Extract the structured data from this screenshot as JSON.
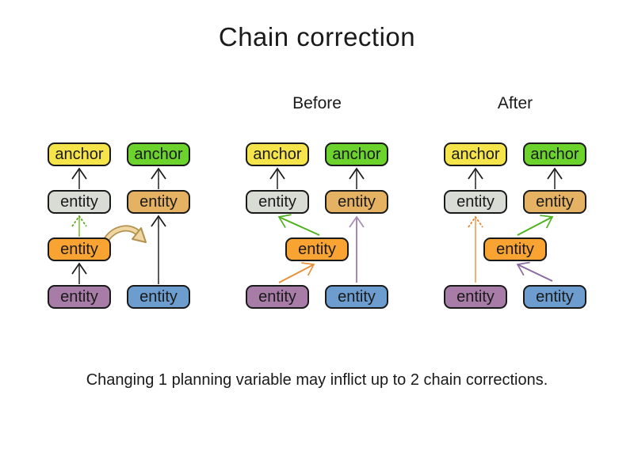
{
  "title": "Chain correction",
  "caption": "Changing 1 planning variable may inflict up to 2 chain corrections.",
  "diagram": {
    "groups": [
      {
        "boxes": [
          {
            "label": "anchor",
            "fill": "#F6E54A"
          },
          {
            "label": "anchor",
            "fill": "#6BD32B"
          },
          {
            "label": "entity",
            "fill": "#D9DBD5"
          },
          {
            "label": "entity",
            "fill": "#E5B163"
          },
          {
            "label": "entity",
            "fill": "#F9A432"
          },
          {
            "label": "entity",
            "fill": "#A77CA7"
          },
          {
            "label": "entity",
            "fill": "#6C9DCE"
          }
        ]
      },
      {
        "label": "Before",
        "boxes": [
          {
            "label": "anchor",
            "fill": "#F6E54A"
          },
          {
            "label": "anchor",
            "fill": "#6BD32B"
          },
          {
            "label": "entity",
            "fill": "#D9DBD5"
          },
          {
            "label": "entity",
            "fill": "#E5B163"
          },
          {
            "label": "entity",
            "fill": "#F9A432"
          },
          {
            "label": "entity",
            "fill": "#A77CA7"
          },
          {
            "label": "entity",
            "fill": "#6C9DCE"
          }
        ]
      },
      {
        "label": "After",
        "boxes": [
          {
            "label": "anchor",
            "fill": "#F6E54A"
          },
          {
            "label": "anchor",
            "fill": "#6BD32B"
          },
          {
            "label": "entity",
            "fill": "#D9DBD5"
          },
          {
            "label": "entity",
            "fill": "#E5B163"
          },
          {
            "label": "entity",
            "fill": "#F9A432"
          },
          {
            "label": "entity",
            "fill": "#A77CA7"
          },
          {
            "label": "entity",
            "fill": "#6C9DCE"
          }
        ]
      }
    ]
  },
  "colors": {
    "box_border": "#1A1A1A",
    "text": "#1A1A1A",
    "arrow_gray": "#5A5A5A",
    "chevron_dark": "#1A1A1A",
    "arrow_green": "#50B21E",
    "arrow_green_light": "#9CCB60",
    "chevron_green_light": "#55A41E",
    "arrow_orange": "#E8913B",
    "arrow_orange_light": "#F2B078",
    "chevron_orange_light": "#E87F28",
    "arrow_purple": "#8A6BA1",
    "arrow_purple_light": "#A88BB5",
    "move_arrow_fill": "#EFD7A4",
    "move_arrow_outline": "#B3914F"
  }
}
